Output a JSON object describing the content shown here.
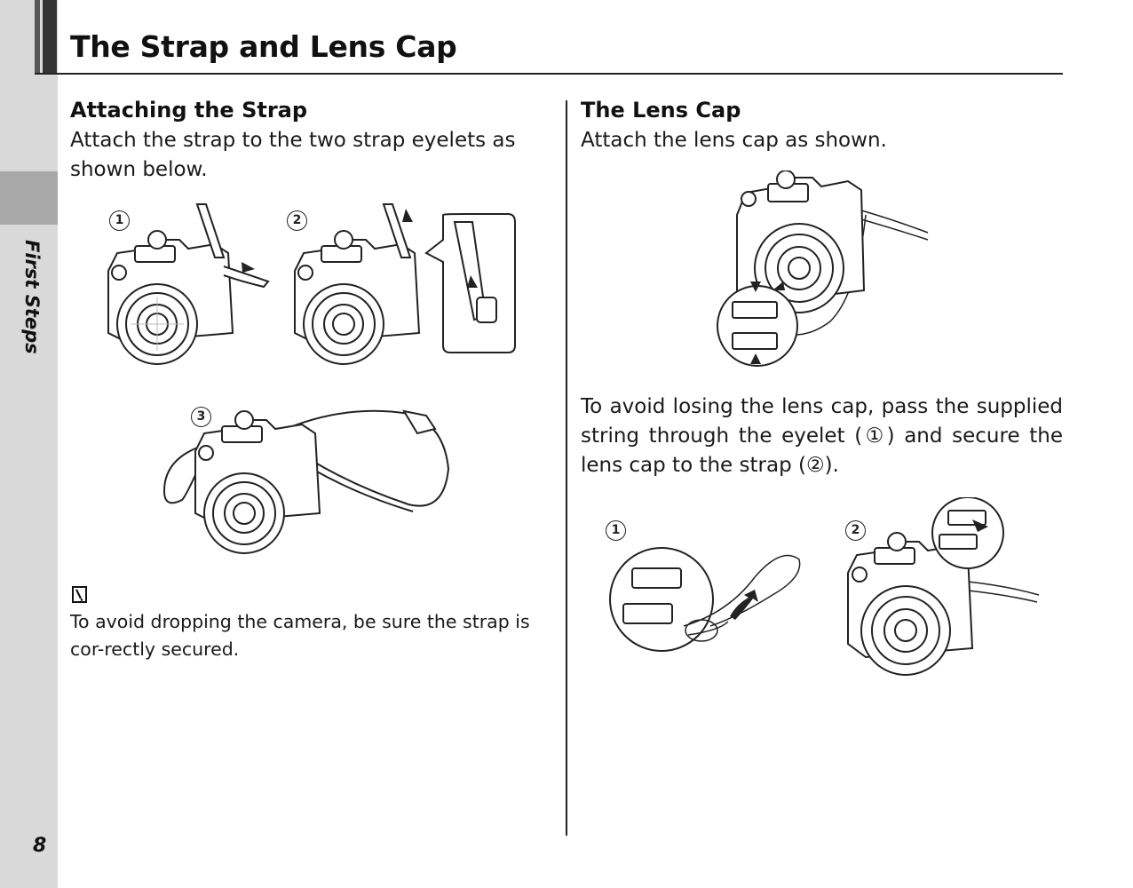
{
  "sidebar": {
    "section_label": "First Steps",
    "page_number": "8"
  },
  "title": "The Strap and Lens Cap",
  "left": {
    "heading": "Attaching the Strap",
    "intro": "Attach the strap to the two strap eyelets as shown below.",
    "step_labels": [
      "1",
      "2",
      "3"
    ],
    "note": "To avoid dropping the camera, be sure the strap is cor-rectly secured.",
    "note_icon": "caution-icon"
  },
  "right": {
    "heading": "The Lens Cap",
    "intro": "Attach the lens cap as shown.",
    "body": "To avoid losing the lens cap, pass the supplied string through the eyelet (①) and secure the lens cap to the strap (②).",
    "step_labels": [
      "1",
      "2"
    ]
  }
}
